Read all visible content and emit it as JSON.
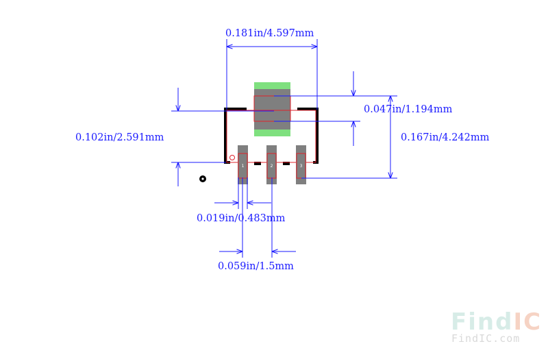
{
  "dimensions": {
    "body_width": "0.181in/4.597mm",
    "tab_pad_length": "0.047in/1.194mm",
    "tab_to_pin_distance": "0.102in/2.591mm",
    "overall_height": "0.167in/4.242mm",
    "pin_pad_width": "0.019in/0.483mm",
    "pin_pitch": "0.059in/1.5mm"
  },
  "pins": [
    {
      "number": "1"
    },
    {
      "number": "2"
    },
    {
      "number": "3"
    }
  ],
  "watermark": {
    "logo_find": "Find",
    "logo_ic": "IC",
    "url": "FindIC.com"
  },
  "colors": {
    "dimension": "#1a1aff",
    "outline": "#000000",
    "pad": "#7f7f7f",
    "copper": "#e0202a",
    "keepout": "#7fe07f",
    "watermark_find": "#d7ece7",
    "watermark_ic": "#f6d3c4"
  }
}
